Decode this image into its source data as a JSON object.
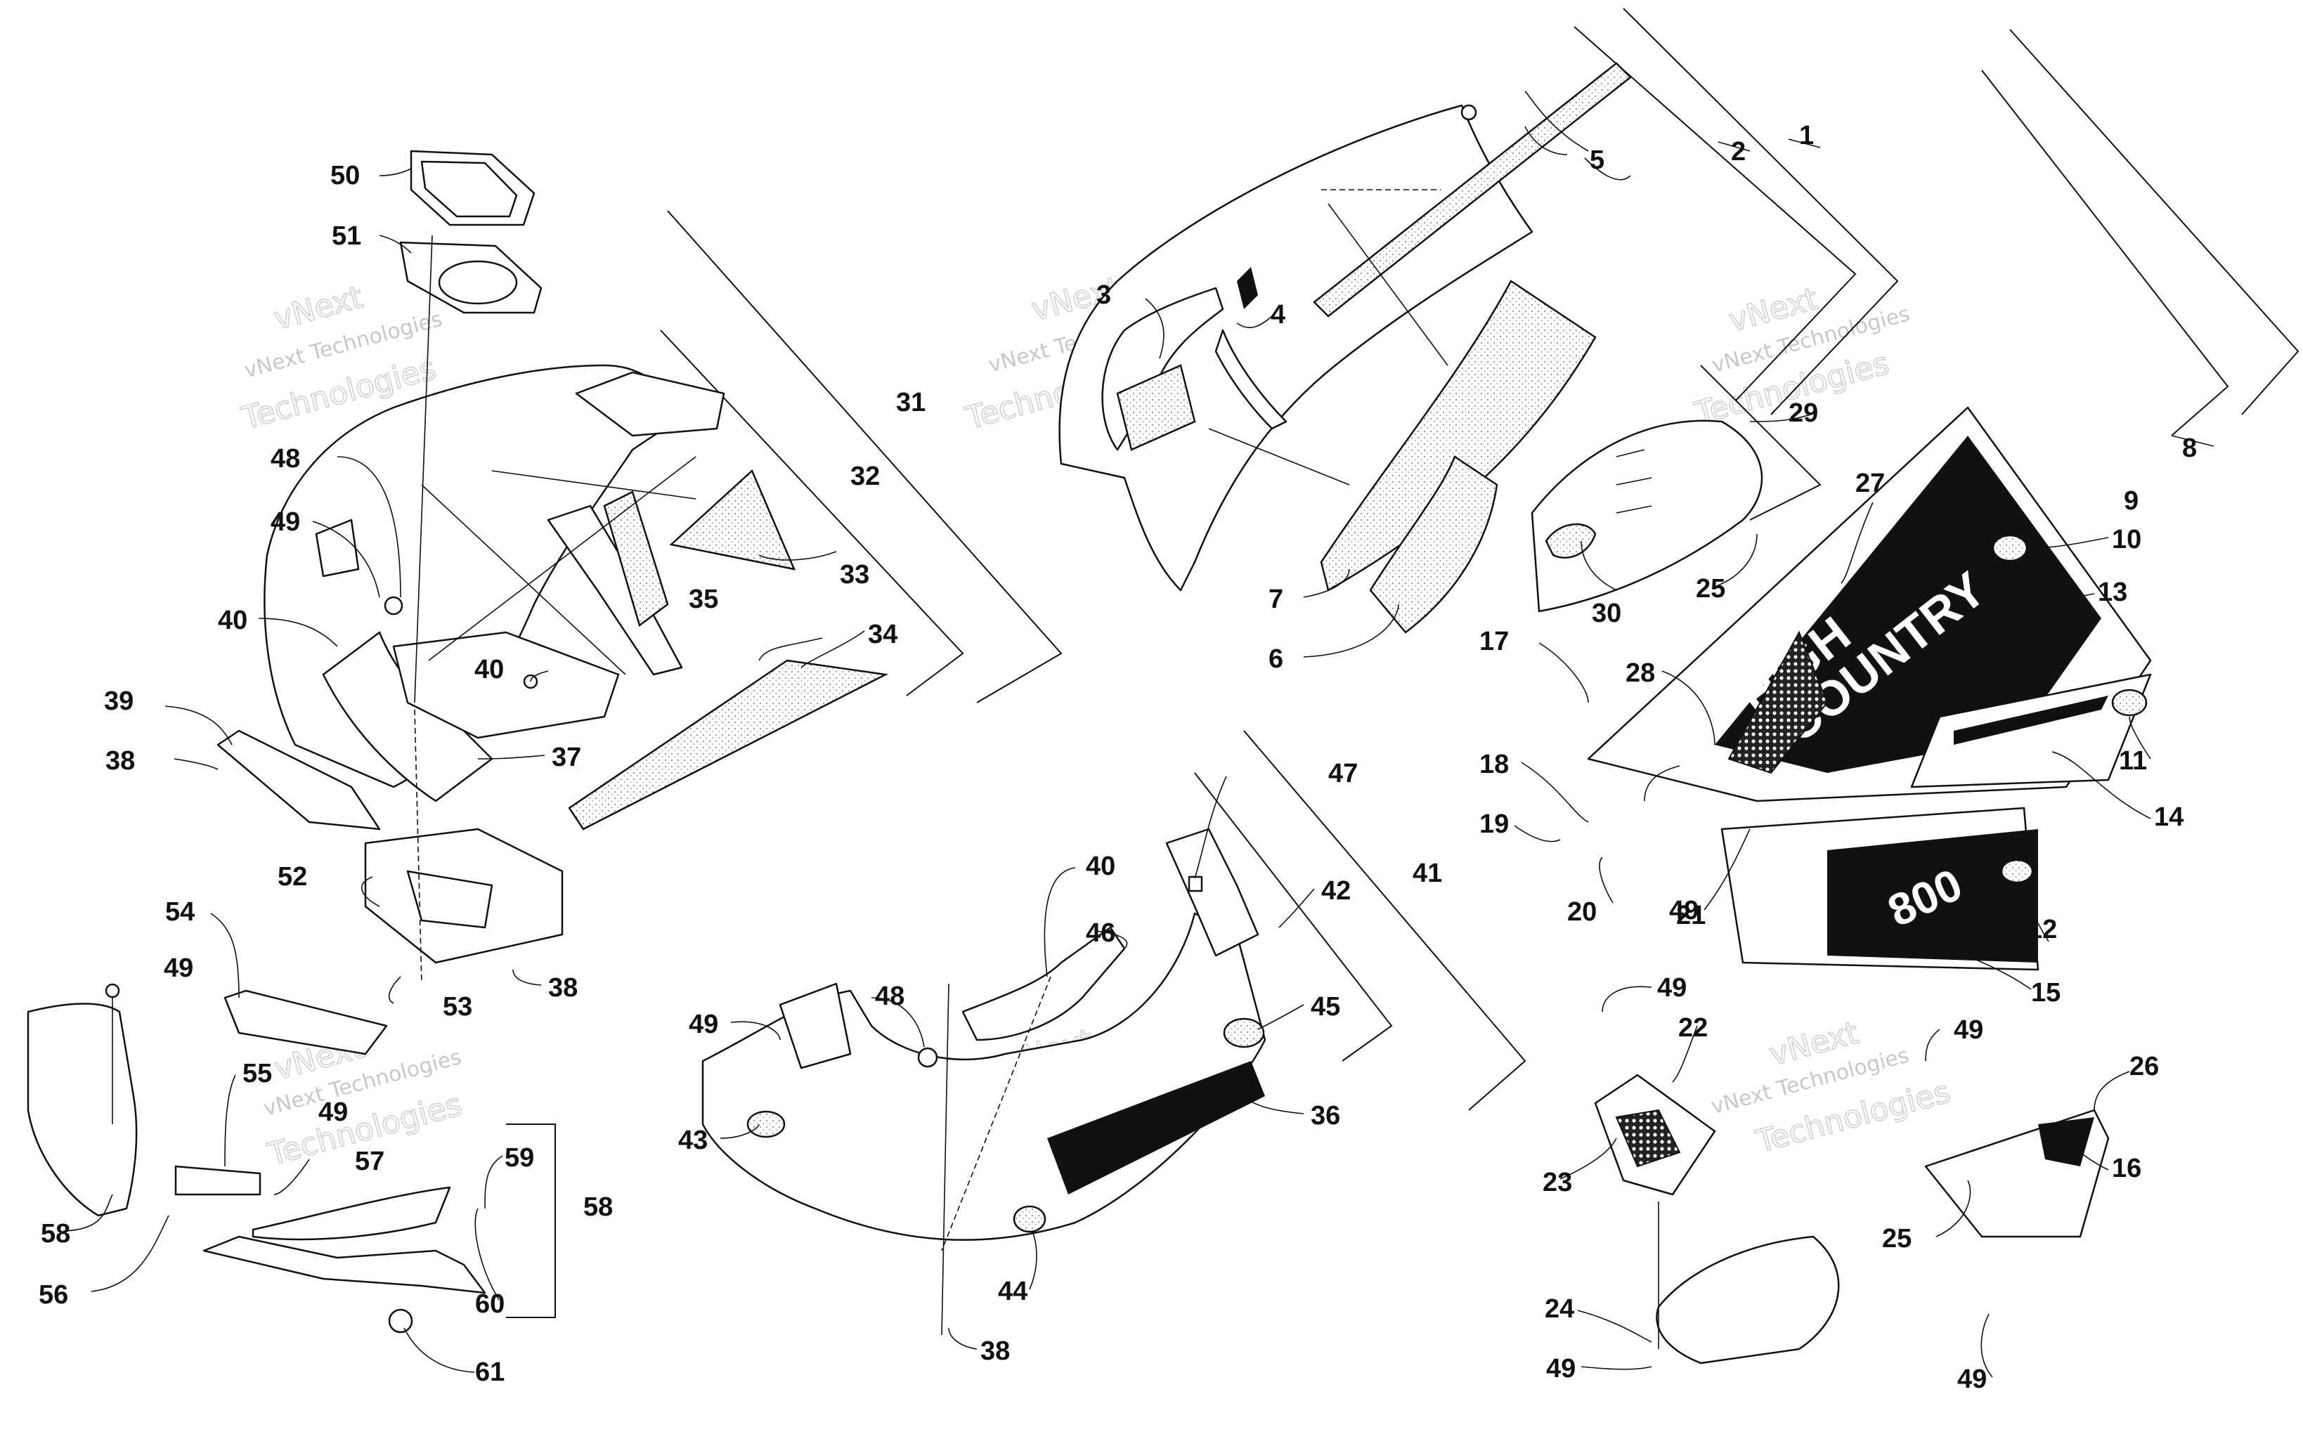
{
  "watermark": {
    "line1": "vNext",
    "line2": "vNext Technologies",
    "line3": "Technologies"
  },
  "callouts": {
    "c1": "1",
    "c2": "2",
    "c3": "3",
    "c4": "4",
    "c5": "5",
    "c6": "6",
    "c7": "7",
    "c8": "8",
    "c9": "9",
    "c10": "10",
    "c11": "11",
    "c12": "12",
    "c13": "13",
    "c14": "14",
    "c15": "15",
    "c16": "16",
    "c17": "17",
    "c18": "18",
    "c19": "19",
    "c20": "20",
    "c21": "21",
    "c22": "22",
    "c23": "23",
    "c24": "24",
    "c25": "25",
    "c26": "26",
    "c27": "27",
    "c28": "28",
    "c29": "29",
    "c30": "30",
    "c31": "31",
    "c32": "32",
    "c33": "33",
    "c34": "34",
    "c35": "35",
    "c36": "36",
    "c37": "37",
    "c38": "38",
    "c39": "39",
    "c40": "40",
    "c41": "41",
    "c42": "42",
    "c43": "43",
    "c44": "44",
    "c45": "45",
    "c46": "46",
    "c47": "47",
    "c48": "48",
    "c49": "49",
    "c50": "50",
    "c51": "51",
    "c52": "52",
    "c53": "53",
    "c54": "54",
    "c55": "55",
    "c56": "56",
    "c57": "57",
    "c58": "58",
    "c59": "59",
    "c60": "60",
    "c61": "61"
  },
  "decals": {
    "high": "HIGH",
    "country": "COUNTRY",
    "model": "800"
  }
}
